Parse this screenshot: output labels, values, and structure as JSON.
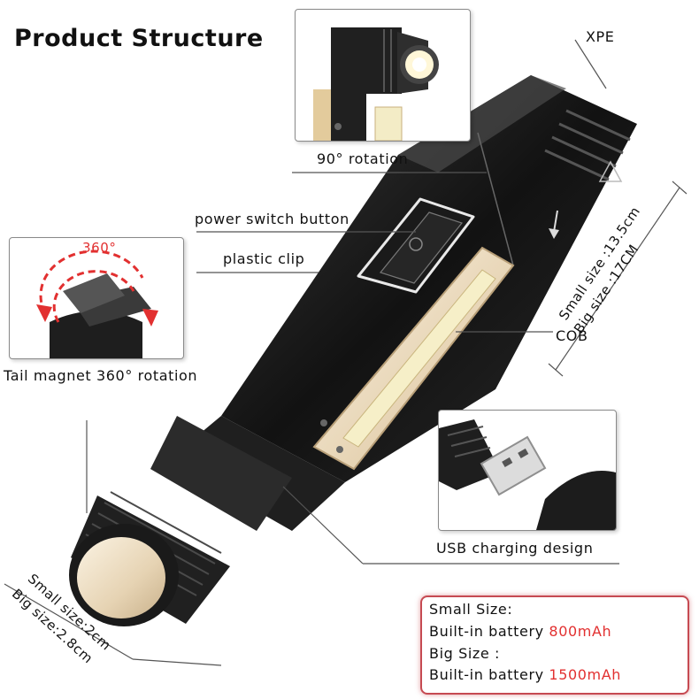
{
  "title": "Product Structure",
  "labels": {
    "xpe": "XPE",
    "rotation90": "90° rotation",
    "power_switch": "power switch button",
    "plastic_clip": "plastic clip",
    "cob": "COB",
    "tail_magnet": "Tail magnet 360° rotation",
    "usb": "USB charging design",
    "badge360": "360°"
  },
  "dimensions": {
    "length_small": "Small size :13.5cm",
    "length_big": "Big size :17CM",
    "diameter_small": "Small size:2cm",
    "diameter_big": "Big size:2.8cm"
  },
  "specs": {
    "small_heading": "Small Size:",
    "small_prefix": "Built-in battery ",
    "small_value": "800mAh",
    "big_heading": "Big Size :",
    "big_prefix": "Built-in battery ",
    "big_value": "1500mAh"
  },
  "colors": {
    "accent_red": "#e23030",
    "body_black": "#1c1c1c",
    "cob_yellow": "#f4e8b0",
    "clip_beige": "#e9d6ad"
  }
}
